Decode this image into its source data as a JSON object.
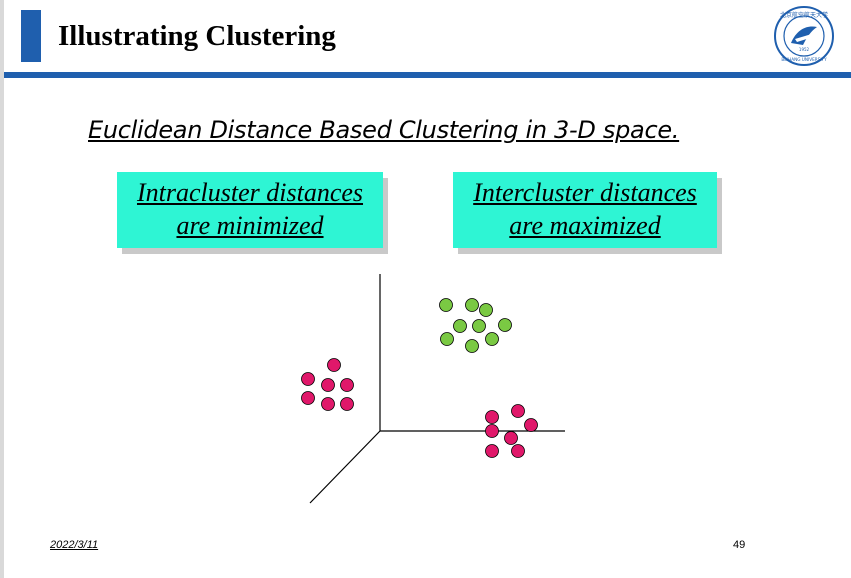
{
  "slide": {
    "title": "Illustrating Clustering",
    "subtitle": "Euclidean Distance Based Clustering in 3-D space.",
    "callouts": [
      {
        "line1": "Intracluster distances",
        "line2": "are minimized"
      },
      {
        "line1": "Intercluster distances",
        "line2": "are maximized"
      }
    ],
    "footer": {
      "date": "2022/3/11",
      "page": "49"
    },
    "logo": {
      "text_top": "北京航空航天大学",
      "text_bottom": "BEIHANG UNIVERSITY",
      "year": "1952"
    }
  },
  "colors": {
    "accent": "#1f5fae",
    "callout_fill": "#2ef5d4",
    "cluster_green": "#7ac943",
    "cluster_pink": "#e0186a"
  },
  "chart_data": {
    "type": "scatter",
    "title": "",
    "series": [
      {
        "color": "#7ac943",
        "points": [
          [
            446,
            305
          ],
          [
            472,
            305
          ],
          [
            486,
            310
          ],
          [
            460,
            326
          ],
          [
            479,
            326
          ],
          [
            505,
            325
          ],
          [
            447,
            339
          ],
          [
            472,
            346
          ],
          [
            492,
            339
          ]
        ]
      },
      {
        "color": "#e0186a",
        "points": [
          [
            334,
            365
          ],
          [
            308,
            379
          ],
          [
            328,
            385
          ],
          [
            347,
            385
          ],
          [
            308,
            398
          ],
          [
            328,
            404
          ],
          [
            347,
            404
          ]
        ]
      },
      {
        "color": "#e0186a",
        "points": [
          [
            492,
            417
          ],
          [
            518,
            411
          ],
          [
            531,
            425
          ],
          [
            492,
            431
          ],
          [
            511,
            438
          ],
          [
            492,
            451
          ],
          [
            518,
            451
          ]
        ]
      }
    ]
  }
}
